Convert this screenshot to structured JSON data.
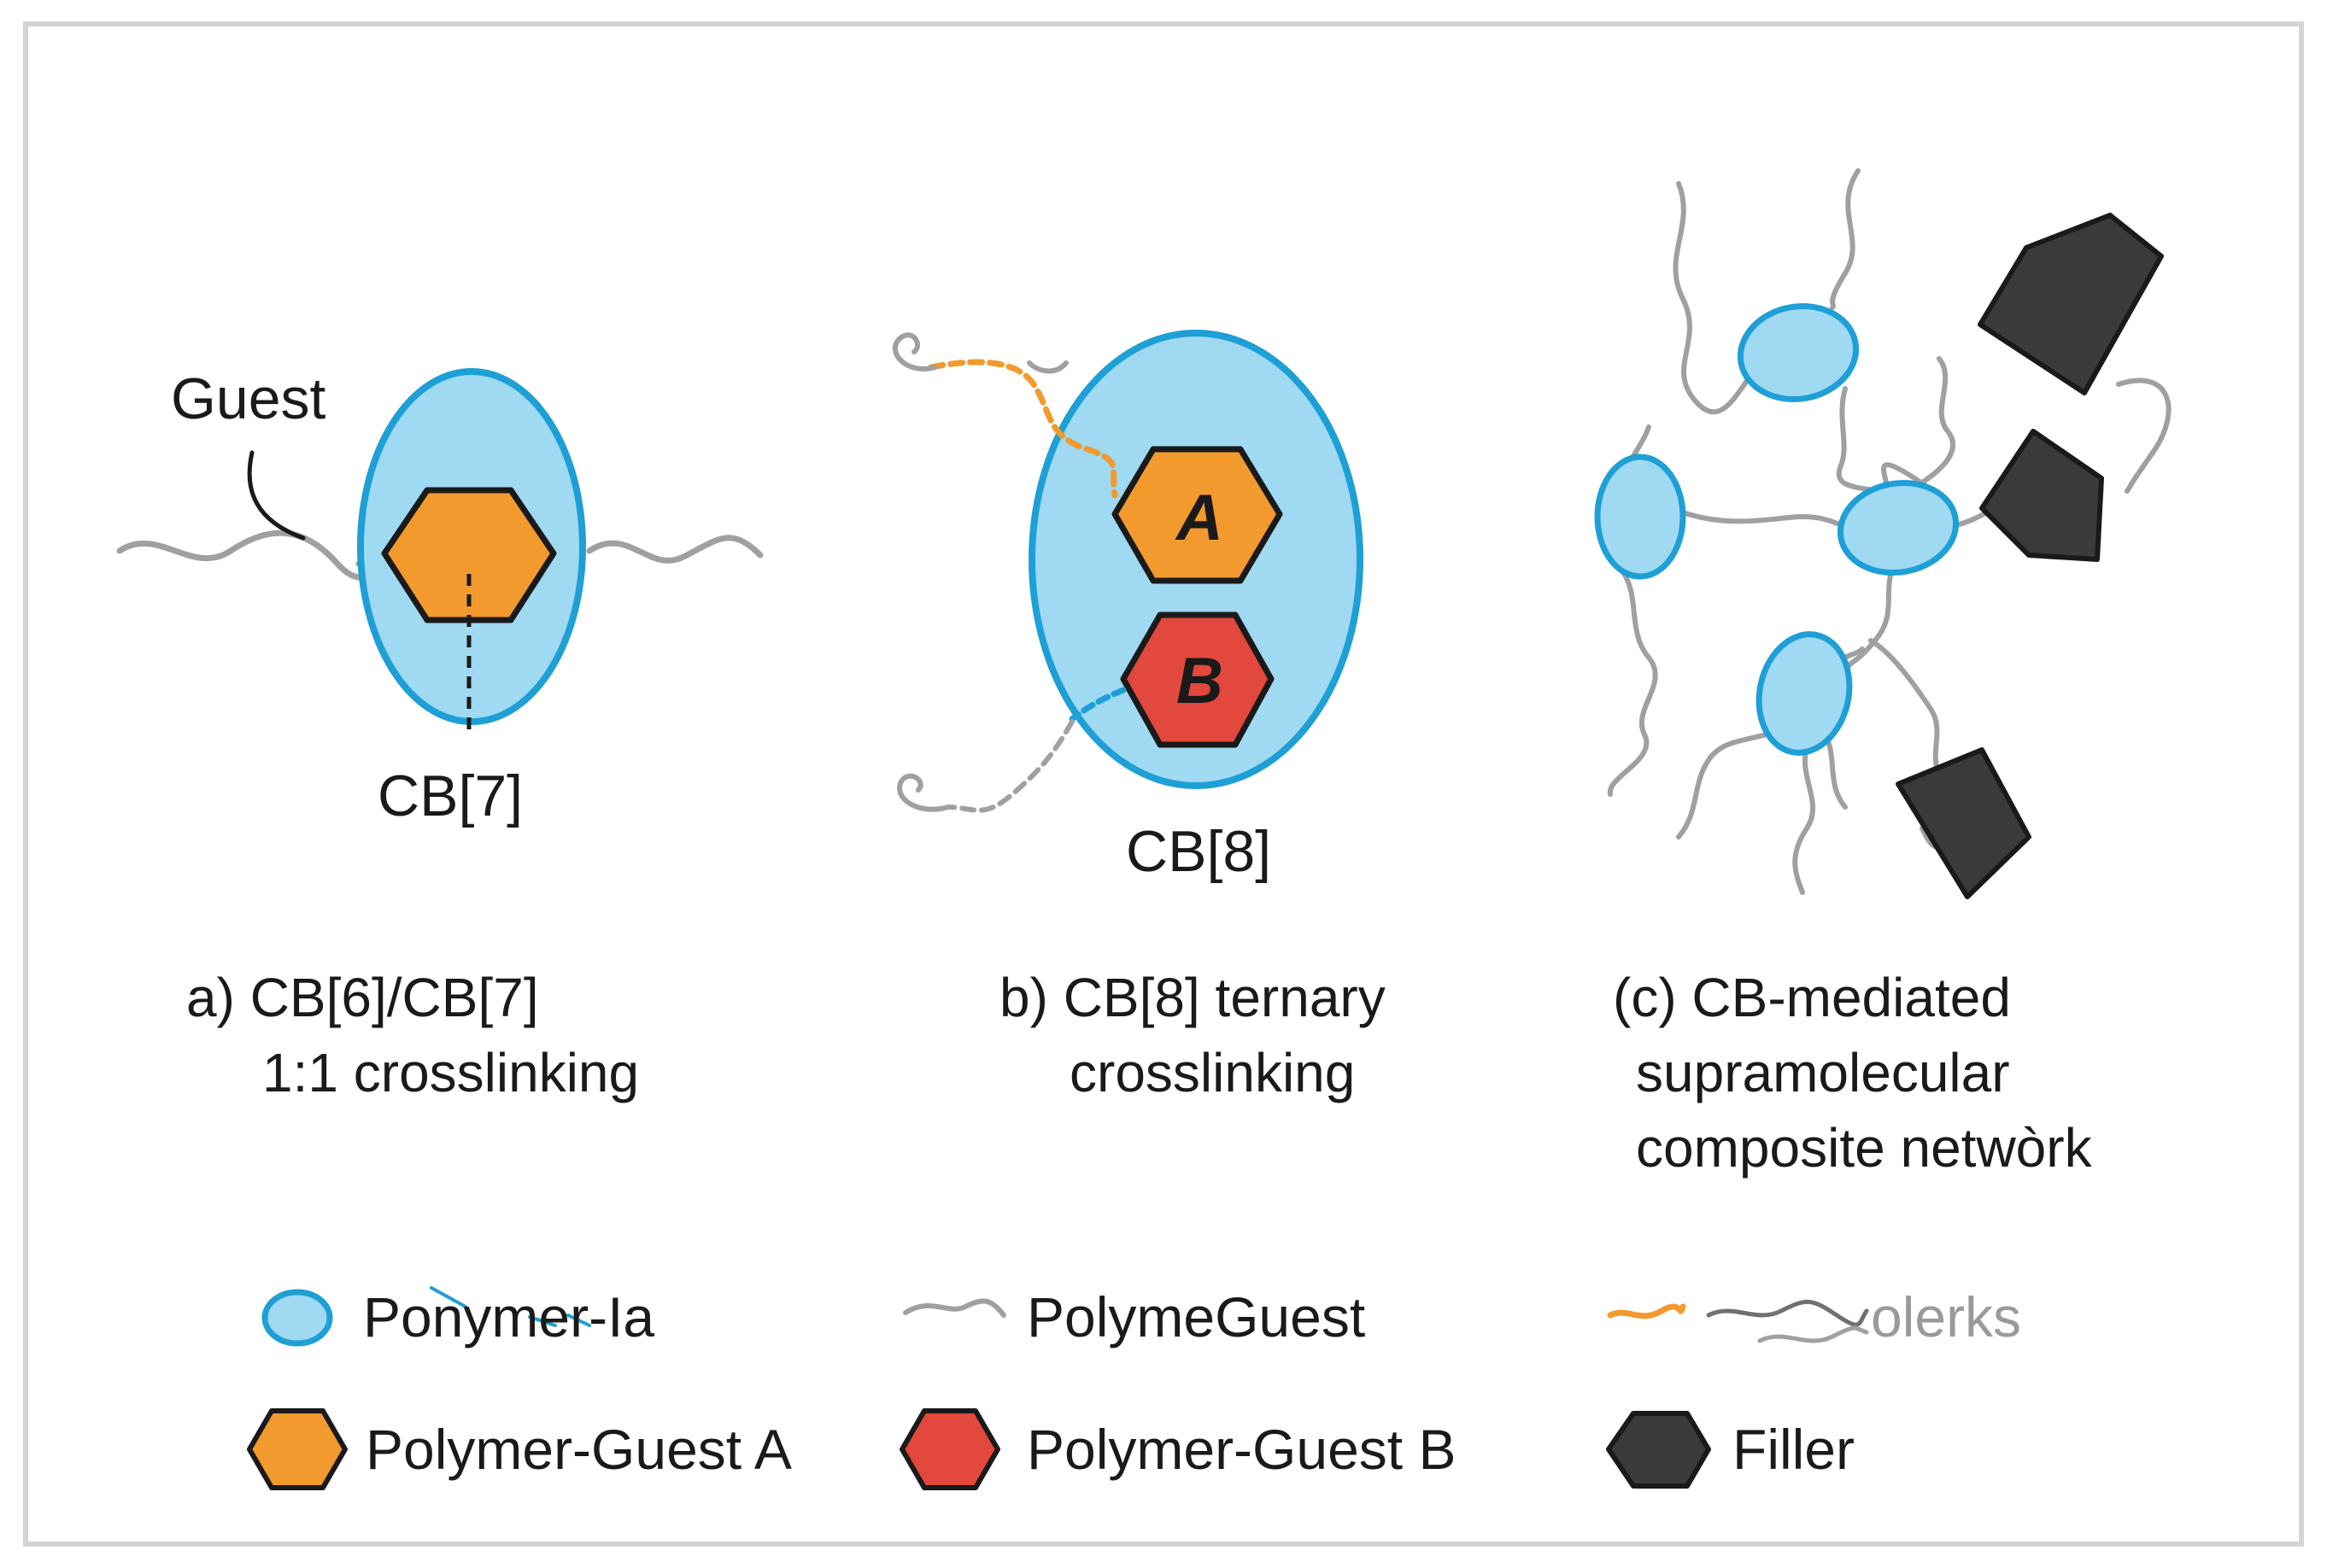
{
  "panel_a": {
    "guest_label": "Guest",
    "host_label": "CB[7]",
    "caption_line1": "a)  CB[6]/CB[7]",
    "caption_line2": "1:1 crosslinking"
  },
  "panel_b": {
    "guest_a_label": "A",
    "guest_b_label": "B",
    "host_label": "CB[8]",
    "caption_line1": "b) CB[8] ternary",
    "caption_line2": "crosslinking"
  },
  "panel_c": {
    "caption_line1": "(c) CB-mediated",
    "caption_line2": "supramolecular",
    "caption_line3": "composite netwòrk"
  },
  "legend": {
    "host": "Ponymer-Ia",
    "polymer_guest": "PolymeGuest",
    "linkers": "olerks",
    "guest_a": "Polymer-Guest A",
    "guest_b": "Polymer-Guest B",
    "filler": "Filler"
  },
  "colors": {
    "host_fill": "#9fd9f2",
    "host_stroke": "#1e9fd6",
    "guest_a": "#f29a2e",
    "guest_b": "#e2483d",
    "filler": "#3b3b3b",
    "chain": "#a0a0a0",
    "orange_linker": "#f29a2e",
    "frame": "#d4d4d4"
  }
}
